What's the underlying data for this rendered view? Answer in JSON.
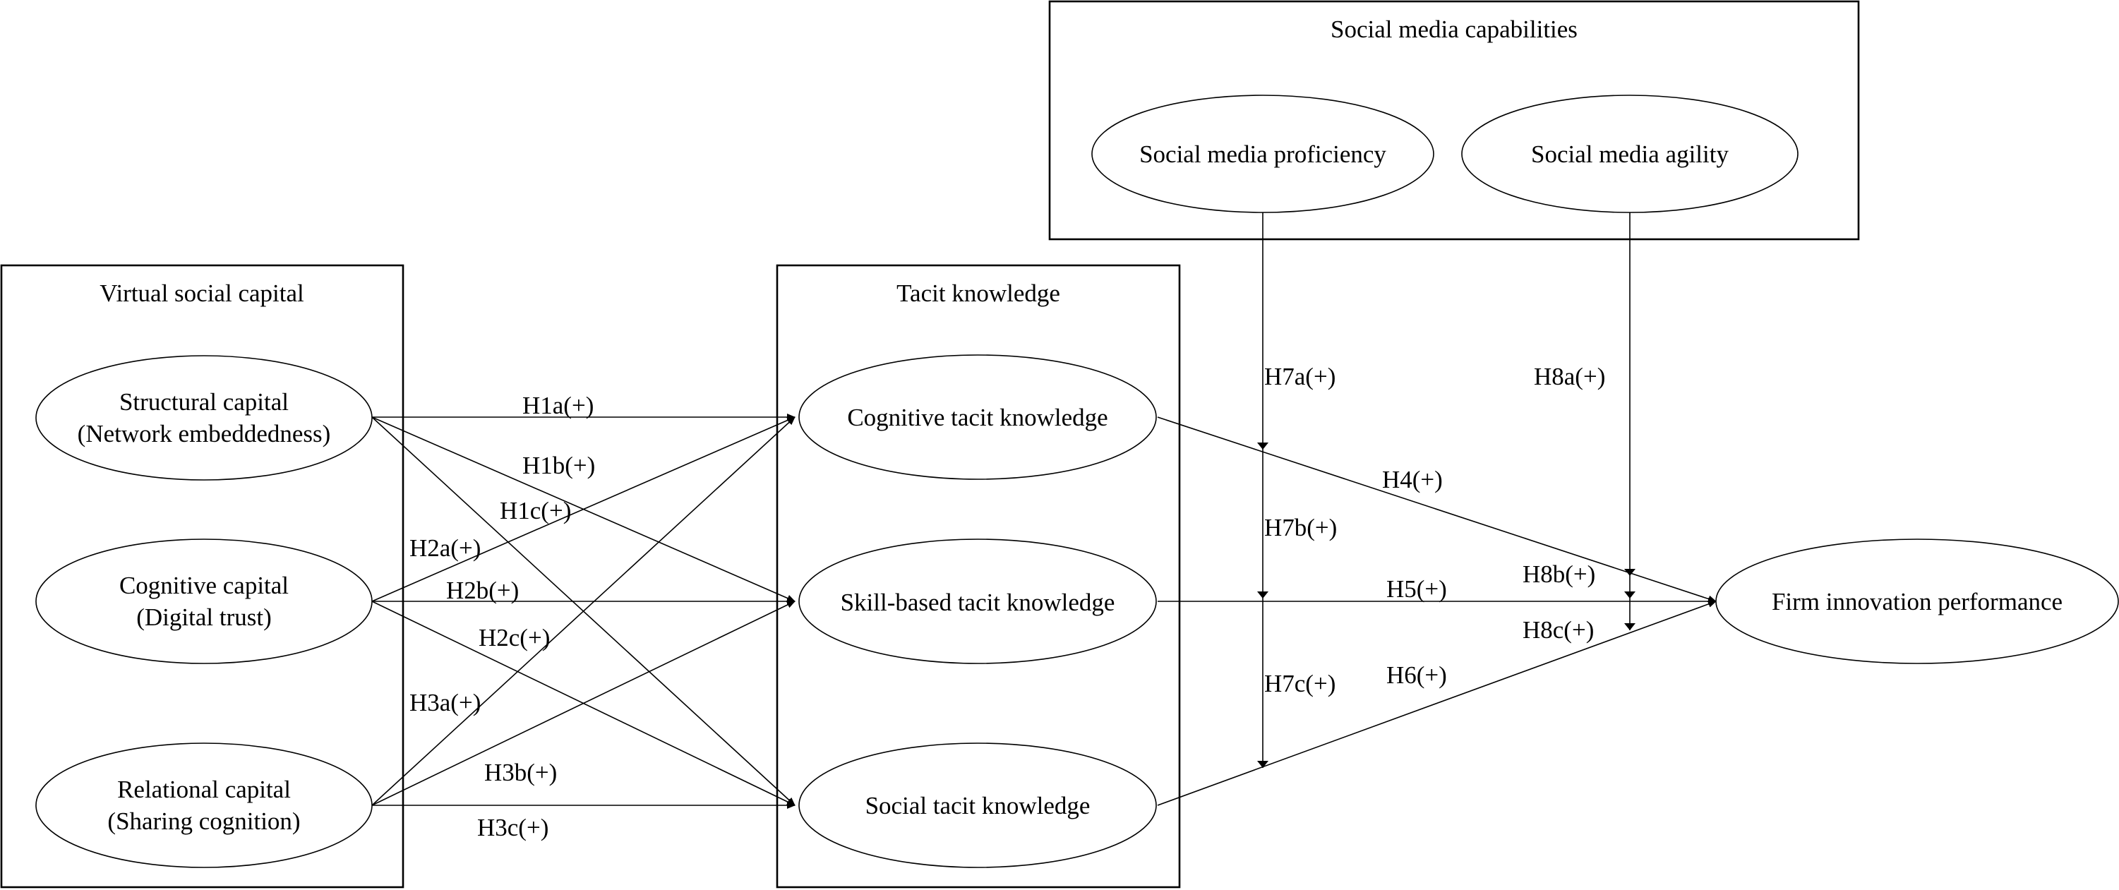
{
  "groups": {
    "vsc": {
      "title": "Virtual social capital"
    },
    "tk": {
      "title": "Tacit knowledge"
    },
    "smc": {
      "title": "Social media capabilities"
    }
  },
  "nodes": {
    "structural": {
      "line1": "Structural capital",
      "line2": "(Network embeddedness)"
    },
    "cognitive_cap": {
      "line1": "Cognitive capital",
      "line2": "(Digital trust)"
    },
    "relational": {
      "line1": "Relational capital",
      "line2": "(Sharing cognition)"
    },
    "cog_tacit": {
      "label": "Cognitive tacit knowledge"
    },
    "skill_tacit": {
      "label": "Skill-based tacit knowledge"
    },
    "social_tacit": {
      "label": "Social tacit knowledge"
    },
    "proficiency": {
      "label": "Social media proficiency"
    },
    "agility": {
      "label": "Social media agility"
    },
    "fip": {
      "label": "Firm innovation performance"
    }
  },
  "hypotheses": {
    "h1a": "H1a(+)",
    "h1b": "H1b(+)",
    "h1c": "H1c(+)",
    "h2a": "H2a(+)",
    "h2b": "H2b(+)",
    "h2c": "H2c(+)",
    "h3a": "H3a(+)",
    "h3b": "H3b(+)",
    "h3c": "H3c(+)",
    "h4": "H4(+)",
    "h5": "H5(+)",
    "h6": "H6(+)",
    "h7a": "H7a(+)",
    "h7b": "H7b(+)",
    "h7c": "H7c(+)",
    "h8a": "H8a(+)",
    "h8b": "H8b(+)",
    "h8c": "H8c(+)"
  }
}
